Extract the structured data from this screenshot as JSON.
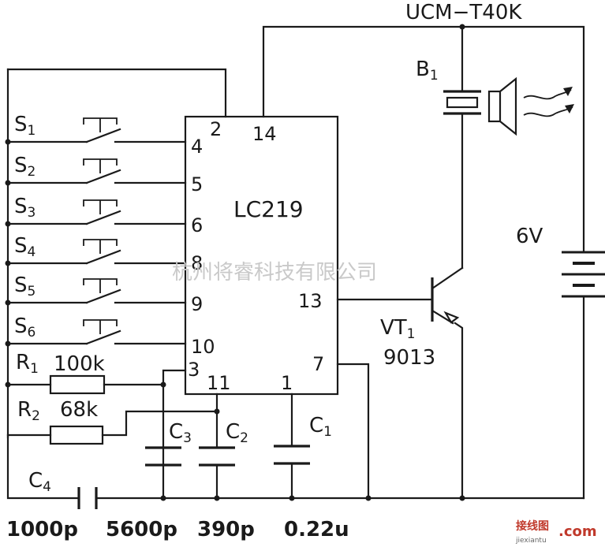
{
  "ic": {
    "name": "LC219",
    "pins": {
      "p2": "2",
      "p14": "14",
      "p4": "4",
      "p5": "5",
      "p6": "6",
      "p8": "8",
      "p9": "9",
      "p10": "10",
      "p3": "3",
      "p11": "11",
      "p1": "1",
      "p13": "13",
      "p7": "7"
    }
  },
  "switches": [
    {
      "main": "S",
      "sub": "1"
    },
    {
      "main": "S",
      "sub": "2"
    },
    {
      "main": "S",
      "sub": "3"
    },
    {
      "main": "S",
      "sub": "4"
    },
    {
      "main": "S",
      "sub": "5"
    },
    {
      "main": "S",
      "sub": "6"
    }
  ],
  "resistors": {
    "r1": {
      "main": "R",
      "sub": "1",
      "value": "100k"
    },
    "r2": {
      "main": "R",
      "sub": "2",
      "value": "68k"
    }
  },
  "capacitors": {
    "c1": {
      "main": "C",
      "sub": "1"
    },
    "c2": {
      "main": "C",
      "sub": "2"
    },
    "c3": {
      "main": "C",
      "sub": "3"
    },
    "c4": {
      "main": "C",
      "sub": "4"
    }
  },
  "transistor": {
    "main": "VT",
    "sub": "1",
    "part": "9013"
  },
  "transducer": {
    "model": "UCM−T40K",
    "main": "B",
    "sub": "1"
  },
  "battery": {
    "voltage": "6V"
  },
  "values": {
    "v1": "1000p",
    "v2": "5600p",
    "v3": "390p",
    "v4": "0.22u"
  },
  "watermark": "杭州将睿科技有限公司",
  "logo": {
    "line1": "接线图",
    "line2": "jiexiantu",
    "line3": ".com"
  }
}
